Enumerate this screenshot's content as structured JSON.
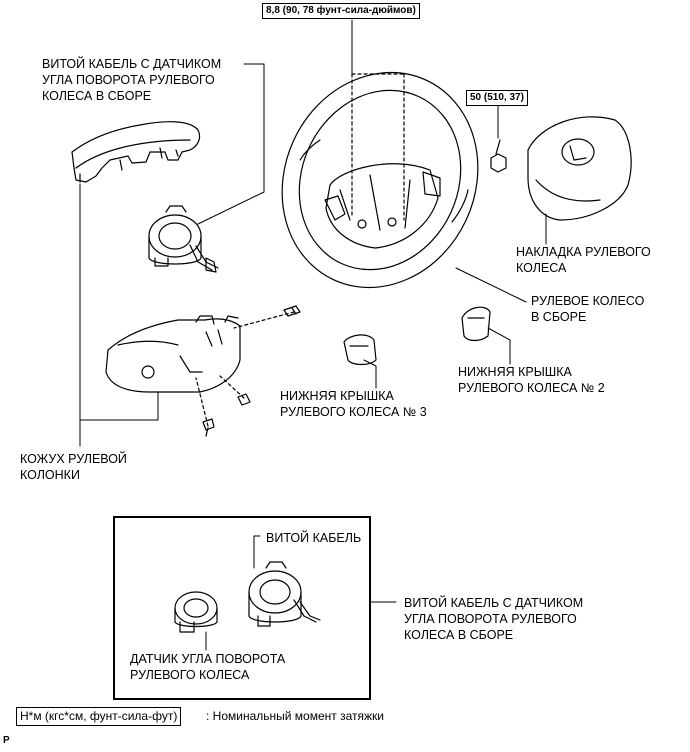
{
  "torque_labels": {
    "steering_wheel_nut": "8,8 (90, 78 фунт-сила-дюймов)",
    "pad_bolt": "50 (510, 37)"
  },
  "labels": {
    "spiral_cable_sensor_assy_top": "ВИТОЙ КАБЕЛЬ С ДАТЧИКОМ\nУГЛА ПОВОРОТА РУЛЕВОГО\nКОЛЕСА В СБОРЕ",
    "steering_wheel_pad": "НАКЛАДКА РУЛЕВОГО\nКОЛЕСА",
    "steering_wheel_assy": "РУЛЕВОЕ КОЛЕСО\nВ СБОРЕ",
    "lower_cover_2": "НИЖНЯЯ КРЫШКА\nРУЛЕВОГО КОЛЕСА № 2",
    "lower_cover_3": "НИЖНЯЯ КРЫШКА\nРУЛЕВОГО КОЛЕСА № 3",
    "column_cover": "КОЖУХ РУЛЕВОЙ\nКОЛОНКИ",
    "spiral_cable": "ВИТОЙ КАБЕЛЬ",
    "spiral_cable_sensor_assy_right": "ВИТОЙ КАБЕЛЬ С ДАТЧИКОМ\nУГЛА ПОВОРОТА РУЛЕВОГО\nКОЛЕСА В СБОРЕ",
    "angle_sensor": "ДАТЧИК УГЛА ПОВОРОТА\nРУЛЕВОГО КОЛЕСА"
  },
  "legend": {
    "units": "Н*м (кгс*см, фунт-сила-фут)",
    "description": ": Номинальный момент затяжки"
  },
  "corner_mark": "P"
}
